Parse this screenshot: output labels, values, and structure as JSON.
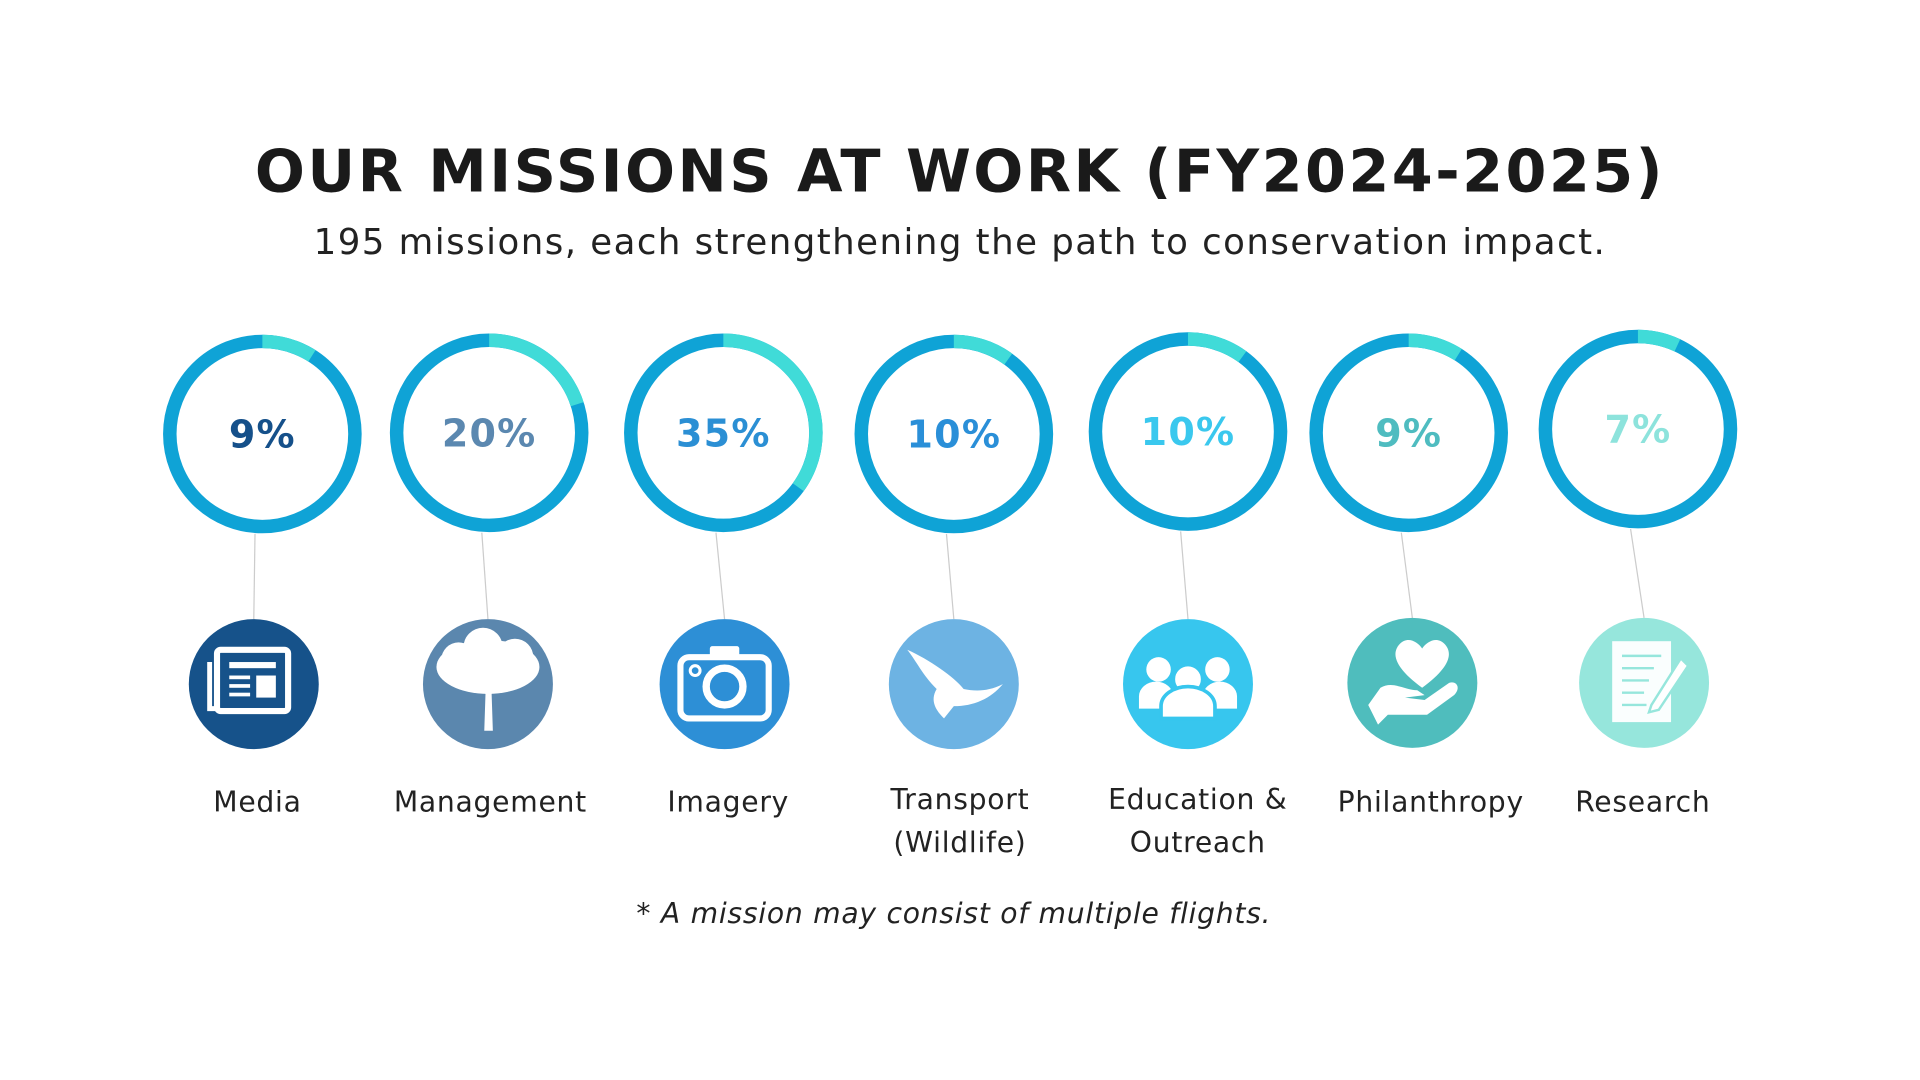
{
  "title": "OUR MISSIONS AT WORK (FY2024-2025)",
  "subtitle": "195 missions, each strengthening the path to conservation impact.",
  "footnote": "* A mission may consist of multiple flights.",
  "colors": {
    "ring": "#0fa3d6",
    "ring_highlight": "#40dbd8",
    "connector": "#cccccc"
  },
  "categories": [
    {
      "label": "Media",
      "label2": "",
      "percent_label": "9%",
      "percent": 9,
      "icon": "newspaper-icon",
      "color": "#16528a",
      "text_color": "#15508a"
    },
    {
      "label": "Management",
      "label2": "",
      "percent_label": "20%",
      "percent": 20,
      "icon": "tree-icon",
      "color": "#5b87ae",
      "text_color": "#5b88b0"
    },
    {
      "label": "Imagery",
      "label2": "",
      "percent_label": "35%",
      "percent": 35,
      "icon": "camera-icon",
      "color": "#2d8fd6",
      "text_color": "#2b8fd4"
    },
    {
      "label": "Transport",
      "label2": "(Wildlife)",
      "percent_label": "10%",
      "percent": 10,
      "icon": "bird-icon",
      "color": "#6db3e3",
      "text_color": "#2a8fd8"
    },
    {
      "label": "Education &",
      "label2": "Outreach",
      "percent_label": "10%",
      "percent": 10,
      "icon": "people-icon",
      "color": "#37c6ee",
      "text_color": "#3ac8ee"
    },
    {
      "label": "Philanthropy",
      "label2": "",
      "percent_label": "9%",
      "percent": 9,
      "icon": "heart-hand-icon",
      "color": "#4fbdbd",
      "text_color": "#4fbcc0"
    },
    {
      "label": "Research",
      "label2": "",
      "percent_label": "7%",
      "percent": 7,
      "icon": "document-pen-icon",
      "color": "#96e6dc",
      "text_color": "#8de3dc"
    }
  ]
}
